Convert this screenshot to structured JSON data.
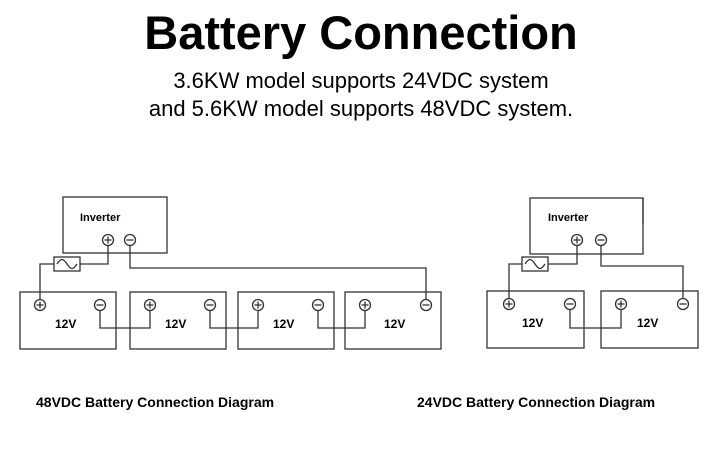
{
  "title": "Battery Connection",
  "subtitle_line1": "3.6KW model supports 24VDC system",
  "subtitle_line2": "and 5.6KW model supports 48VDC system.",
  "inverter_label": "Inverter",
  "battery_label": "12V",
  "diagram_48v": {
    "caption": "48VDC Battery Connection Diagram",
    "battery_count": 4
  },
  "diagram_24v": {
    "caption": "24VDC Battery Connection Diagram",
    "battery_count": 2
  },
  "colors": {
    "line": "#333333",
    "text": "#000000"
  }
}
